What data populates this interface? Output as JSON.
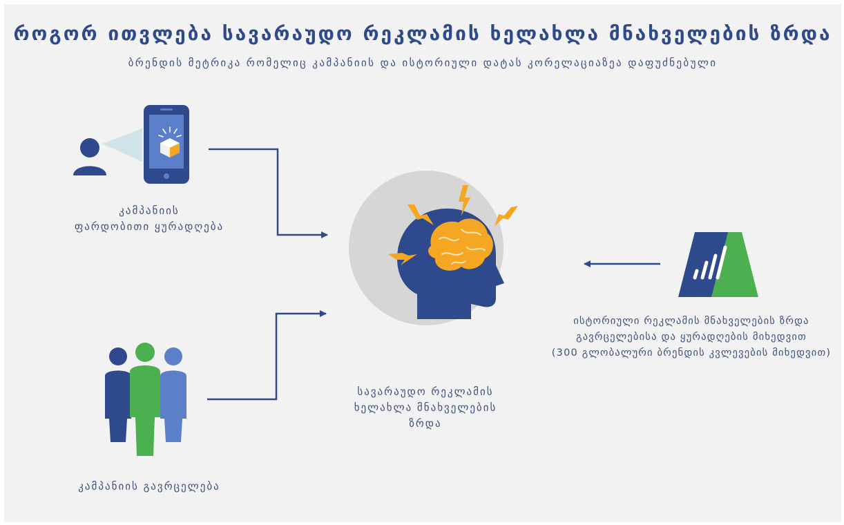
{
  "title": "როგორ ითვლება სავარაუდო რეკლამის ხელახლა მნახველების ზრდა",
  "subtitle": "ბრენდის მეტრიკა რომელიც კამპანიის და ისტორიული დატას კორელაციაზეა დაფუძნებული",
  "nodes": {
    "campaign_attention": {
      "line1": "კამპანიის",
      "line2": "ფარდობითი ყურადღება",
      "icon": "person-viewing-phone-icon"
    },
    "campaign_reach": {
      "label": "კამპანიის გავრცელება",
      "icon": "people-group-icon"
    },
    "estimated_lift": {
      "line1": "სავარაუდო რეკლამის",
      "line2": "ხელახლა მნახველების ზრდა",
      "icon": "brain-head-icon"
    },
    "historical_data": {
      "line1": "ისტორიული რეკლამის მნახველების ზრდა",
      "line2": "გავრცელებისა და ყურადღების მიხედვით",
      "line3": "(300 გლობალური ბრენდის კვლევების მიხედვით)",
      "icon": "analytics-logo-icon"
    }
  },
  "colors": {
    "accent": "#2f4a8c",
    "green": "#4caf50",
    "orange": "#f5a623",
    "circle": "#d6d6d6",
    "background": "#f2f2f2"
  }
}
